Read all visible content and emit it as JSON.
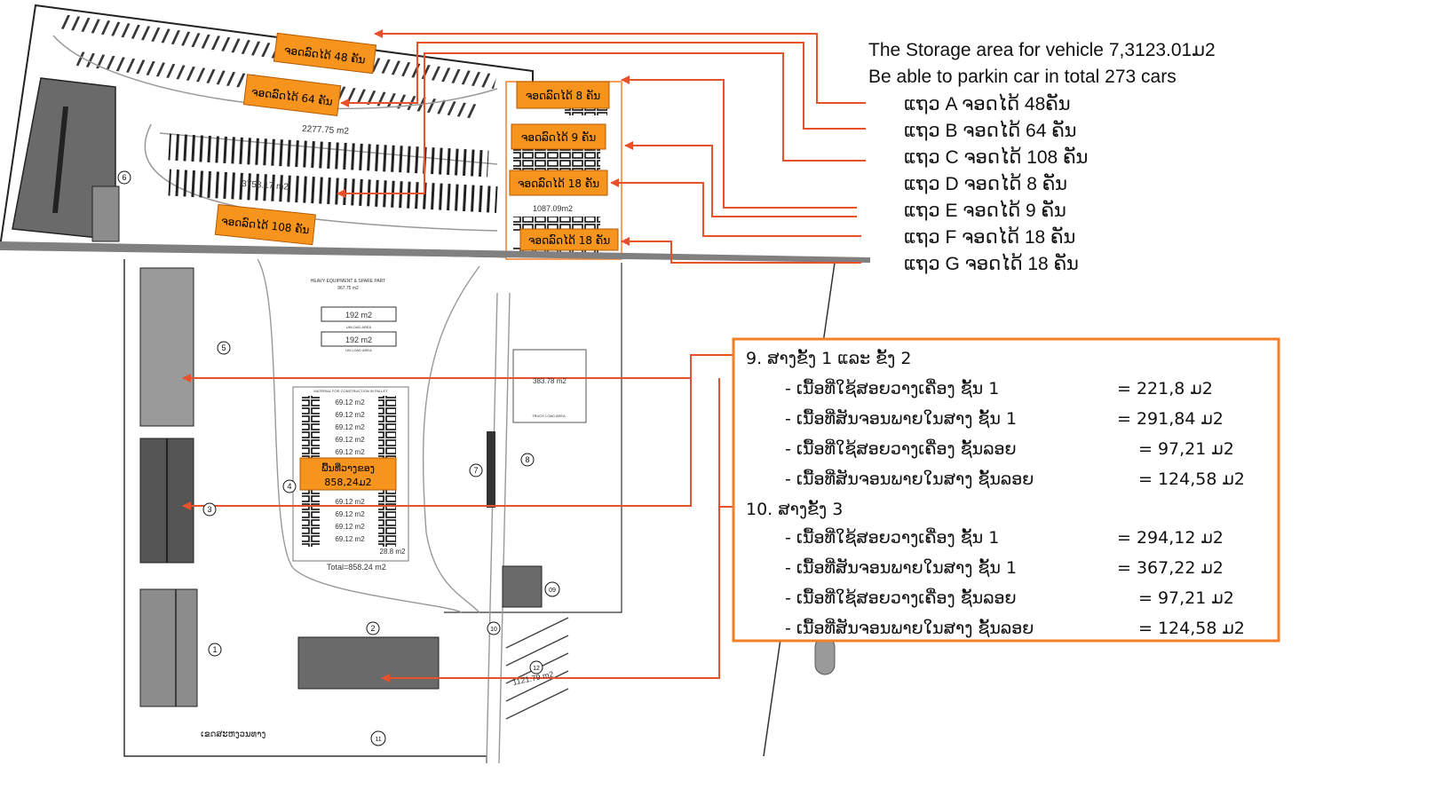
{
  "summary": {
    "line1": "The Storage area for vehicle 7,3123.01ມ2",
    "line2": "Be able to parkin car in total 273 cars",
    "rows": [
      "ແຖວ A ຈອດໄດ້ 48ຄັນ",
      "ແຖວ B ຈອດໄດ້ 64 ຄັນ",
      "ແຖວ C ຈອດໄດ້ 108 ຄັນ",
      "ແຖວ D ຈອດໄດ້ 8 ຄັນ",
      "ແຖວ E ຈອດໄດ້ 9 ຄັນ",
      "ແຖວ F ຈອດໄດ້ 18 ຄັນ",
      "ແຖວ G ຈອດໄດ້ 18 ຄັນ"
    ]
  },
  "parking_tags": {
    "a": "ຈອດລົດໄດ້ 48 ຄັນ",
    "b": "ຈອດລົດໄດ້ 64 ຄັນ",
    "c": "ຈອດລົດໄດ້ 108 ຄັນ",
    "d": "ຈອດລົດໄດ້ 8 ຄັນ",
    "e": "ຈອດລົດໄດ້ 9 ຄັນ",
    "f": "ຈອດລົດໄດ້ 18 ຄັນ",
    "g": "ຈອດລົດໄດ້ 18 ຄັນ"
  },
  "warehouse_tag": {
    "line1": "ພື້ນທີ່ວາງຂອງ",
    "line2": "858,24ມ2"
  },
  "plan_labels": {
    "area_top": "2277.75 m2",
    "area_mid": "3758.17 m2",
    "area_right": "1087.09m2",
    "heavy_equipment": "HEAVY EQUIPMENT & SPARE PART",
    "heavy_area": "967.75 m2",
    "pad1": "192 m2",
    "pad2": "192 m2",
    "unload1": "UNLOAD AREA",
    "unload2": "UN LOAD AREA",
    "store_area": "383.78 m2",
    "load_area": "TRUCK LOAD AREA",
    "material_title": "MATERIAL FOR CONSTRUCTION IN PALLET",
    "bay": "69.12 m2",
    "small_bay": "28.8 m2",
    "total": "Total=858.24 m2",
    "bottom_right": "1121.79 m2",
    "boundary": "ເຂດສະຫງວນທາງ",
    "markers": [
      "1",
      "2",
      "3",
      "4",
      "5",
      "6",
      "7",
      "8",
      "09",
      "10",
      "11",
      "12"
    ]
  },
  "detail": {
    "heading1": "9. ສາງຂັ້ງ 1 ແລະ ຂັ້ງ 2",
    "rows1": [
      {
        "label": "- ເນື້ອທີ່ໃຊ້ສອຍວາງເຄື່ອງ  ຊັ້ນ 1",
        "value": "= 221,8 ມ2"
      },
      {
        "label": "- ເນື້ອທີ່ສັນຈອນພາຍໃນສາງ ຊັ້ນ 1",
        "value": "= 291,84 ມ2"
      },
      {
        "label": "- ເນື້ອທີ່ໃຊ້ສອຍວາງເຄື່ອງ   ຊັ້ນລອຍ",
        "value": "= 97,21 ມ2"
      },
      {
        "label": "- ເນື້ອທີ່ສັນຈອນພາຍໃນສາງ ຊັ້ນລອຍ",
        "value": "= 124,58 ມ2"
      }
    ],
    "heading2": "10. ສາງຂັ້ງ 3",
    "rows2": [
      {
        "label": "- ເນື້ອທີ່ໃຊ້ສອຍວາງເຄື່ອງ  ຊັ້ນ 1",
        "value": "= 294,12 ມ2"
      },
      {
        "label": "- ເນື້ອທີ່ສັນຈອນພາຍໃນສາງ ຊັ້ນ 1",
        "value": "= 367,22 ມ2"
      },
      {
        "label": "- ເນື້ອທີ່ໃຊ້ສອຍວາງເຄື່ອງ   ຊັ້ນລອຍ",
        "value": "= 97,21 ມ2"
      },
      {
        "label": "- ເນື້ອທີ່ສັນຈອນພາຍໃນສາງ ຊັ້ນລອຍ",
        "value": "= 124,58 ມ2"
      }
    ]
  },
  "colors": {
    "tag_fill": "#f7941d",
    "arrow": "#e8512a",
    "panel_border": "#f47f28",
    "building_dark": "#5a5a5a",
    "building_mid": "#8c8c8c",
    "road": "#808080"
  }
}
